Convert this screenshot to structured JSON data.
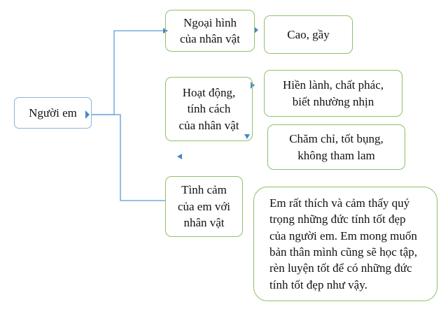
{
  "diagram": {
    "root": {
      "label": "Người em"
    },
    "branches": [
      {
        "label": "Ngoại hình\ncủa nhân vật",
        "children": [
          "Cao, gầy"
        ]
      },
      {
        "label": "Hoạt động,\ntính cách\ncủa nhân vật",
        "children": [
          "Hiền lành, chất phác,\nbiết nhường nhịn",
          "Chăm chỉ, tốt bụng,\nkhông tham lam"
        ]
      },
      {
        "label": "Tình cảm\ncủa em với\nnhân vật",
        "children": [
          "Em rất thích và cảm thấy quý\ntrọng những đức tính tốt đẹp\ncủa người em. Em mong muốn\nbản thân mình cũng sẽ học tập,\nrèn luyện tốt để có những đức\ntính tốt đẹp như vậy."
        ]
      }
    ]
  },
  "colors": {
    "connector": "#5b9bd5",
    "root_border": "#8db3d9",
    "node_border": "#8fc06b"
  }
}
